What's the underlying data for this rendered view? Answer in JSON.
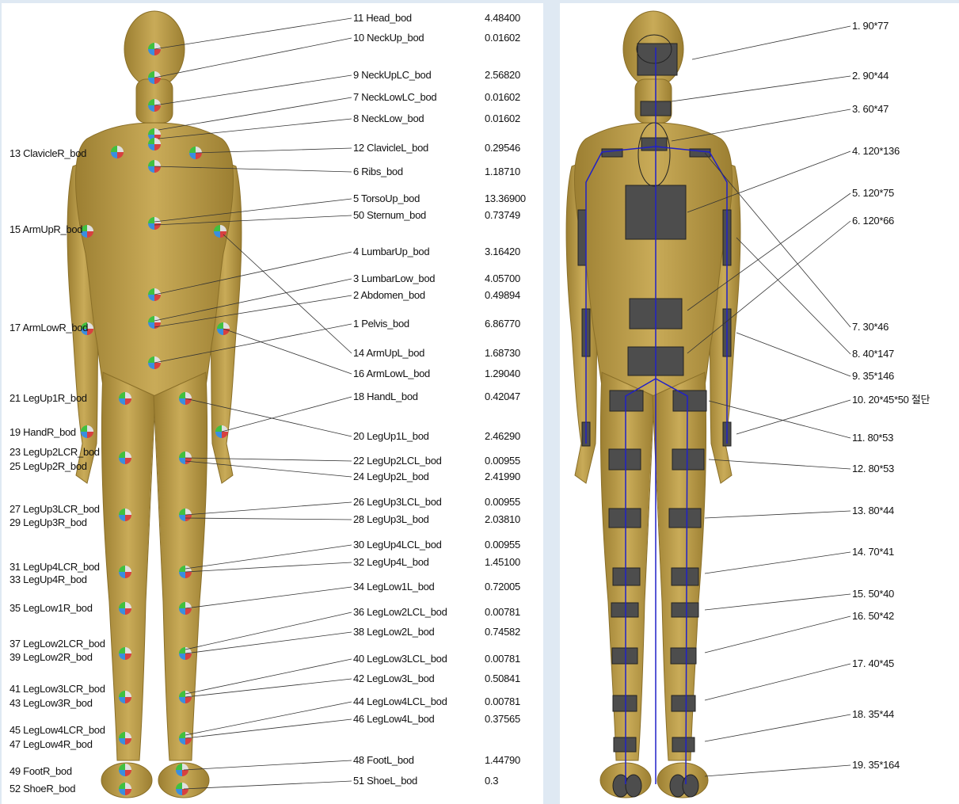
{
  "body_parts": [
    {
      "label": "11 Head_bod",
      "value": "4.48400"
    },
    {
      "label": "10 NeckUp_bod",
      "value": "0.01602"
    },
    {
      "label": "9 NeckUpLC_bod",
      "value": "2.56820"
    },
    {
      "label": "7 NeckLowLC_bod",
      "value": "0.01602"
    },
    {
      "label": "8 NeckLow_bod",
      "value": "0.01602"
    },
    {
      "label": "12 ClavicleL_bod",
      "value": "0.29546"
    },
    {
      "label": "6 Ribs_bod",
      "value": "1.18710"
    },
    {
      "label": "5 TorsoUp_bod",
      "value": "13.36900"
    },
    {
      "label": "50 Sternum_bod",
      "value": "0.73749"
    },
    {
      "label": "4 LumbarUp_bod",
      "value": "3.16420"
    },
    {
      "label": "3 LumbarLow_bod",
      "value": "4.05700"
    },
    {
      "label": "2 Abdomen_bod",
      "value": "0.49894"
    },
    {
      "label": "1 Pelvis_bod",
      "value": "6.86770"
    },
    {
      "label": "14 ArmUpL_bod",
      "value": "1.68730"
    },
    {
      "label": "16 ArmLowL_bod",
      "value": "1.29040"
    },
    {
      "label": "18 HandL_bod",
      "value": "0.42047"
    },
    {
      "label": "20 LegUp1L_bod",
      "value": "2.46290"
    },
    {
      "label": "22 LegUp2LCL_bod",
      "value": "0.00955"
    },
    {
      "label": "24 LegUp2L_bod",
      "value": "2.41990"
    },
    {
      "label": "26 LegUp3LCL_bod",
      "value": "0.00955"
    },
    {
      "label": "28 LegUp3L_bod",
      "value": "2.03810"
    },
    {
      "label": "30 LegUp4LCL_bod",
      "value": "0.00955"
    },
    {
      "label": "32 LegUp4L_bod",
      "value": "1.45100"
    },
    {
      "label": "34 LegLow1L_bod",
      "value": "0.72005"
    },
    {
      "label": "36 LegLow2LCL_bod",
      "value": "0.00781"
    },
    {
      "label": "38 LegLow2L_bod",
      "value": "0.74582"
    },
    {
      "label": "40 LegLow3LCL_bod",
      "value": "0.00781"
    },
    {
      "label": "42 LegLow3L_bod",
      "value": "0.50841"
    },
    {
      "label": "44 LegLow4LCL_bod",
      "value": "0.00781"
    },
    {
      "label": "46 LegLow4L_bod",
      "value": "0.37565"
    },
    {
      "label": "48 FootL_bod",
      "value": "1.44790"
    },
    {
      "label": "51 ShoeL_bod",
      "value": "0.3"
    }
  ],
  "right_side_parts": [
    "13 ClavicleR_bod",
    "15 ArmUpR_bod",
    "17 ArmLowR_bod",
    "21 LegUp1R_bod",
    "19 HandR_bod",
    "23 LegUp2LCR_bod",
    "25 LegUp2R_bod",
    "27 LegUp3LCR_bod",
    "29 LegUp3R_bod",
    "31 LegUp4LCR_bod",
    "33 LegUp4R_bod",
    "35 LegLow1R_bod",
    "37 LegLow2LCR_bod",
    "39 LegLow2R_bod",
    "41 LegLow3LCR_bod",
    "43 LegLow3R_bod",
    "45 LegLow4LCR_bod",
    "47 LegLow4R_bod",
    "49 FootR_bod",
    "52 ShoeR_bod"
  ],
  "segment_dims": [
    "1. 90*77",
    "2. 90*44",
    "3. 60*47",
    "4. 120*136",
    "5. 120*75",
    "6. 120*66",
    "7. 30*46",
    "8. 40*147",
    "9. 35*146",
    "10. 20*45*50 절단",
    "11. 80*53",
    "12. 80*53",
    "13. 80*44",
    "14. 70*41",
    "15. 50*40",
    "16. 50*42",
    "17. 40*45",
    "18. 35*44",
    "19. 35*164"
  ],
  "colors": {
    "body_fill": "#b89a48",
    "body_stroke": "#8a6f28",
    "segment_fill": "#4d4d4d",
    "joint_line": "#2020c8",
    "background": "#dfe9f3"
  }
}
